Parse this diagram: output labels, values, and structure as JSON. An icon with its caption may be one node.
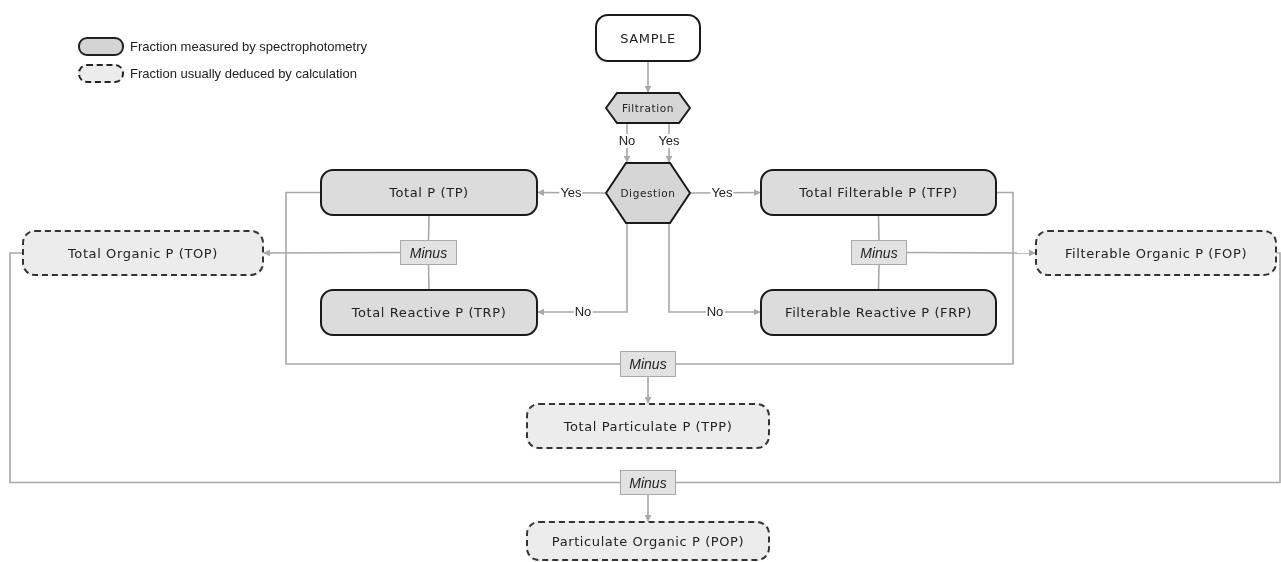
{
  "diagram": {
    "nodes": [
      {
        "text": [
          "SAMPLE"
        ]
      },
      {
        "text": [
          "Filtration"
        ]
      },
      {
        "text": [
          "Digestion"
        ]
      },
      {
        "text": [
          "Total P (TP)"
        ]
      },
      {
        "text": [
          "Total Filterable P (TFP)"
        ]
      },
      {
        "text": [
          "Total Organic P (TOP)"
        ]
      },
      {
        "text": [
          "Minus"
        ]
      },
      {
        "text": [
          "Minus"
        ]
      },
      {
        "text": [
          "Filterable Organic P (FOP)"
        ]
      },
      {
        "text": [
          "Total Reactive P (TRP)"
        ]
      },
      {
        "text": [
          "Filterable Reactive P (FRP)"
        ]
      },
      {
        "text": [
          "Minus"
        ]
      },
      {
        "text": [
          "Total Particulate P (TPP)"
        ]
      },
      {
        "text": [
          "Minus"
        ]
      },
      {
        "text": [
          "Particulate Organic P (POP)"
        ]
      }
    ],
    "edges": [
      {
        "from": 0,
        "to": 1,
        "arrow": "to"
      },
      {
        "from": 1,
        "to": 2,
        "arrow": "to",
        "label": "No"
      },
      {
        "from": 1,
        "to": 2,
        "arrow": "to",
        "label": "Yes"
      },
      {
        "from": 2,
        "to": 3,
        "arrow": "to",
        "label": "Yes"
      },
      {
        "from": 2,
        "to": 4,
        "arrow": "to",
        "label": "Yes"
      },
      {
        "from": 2,
        "to": 9,
        "arrow": "to",
        "label": "No"
      },
      {
        "from": 2,
        "to": 10,
        "arrow": "to",
        "label": "No"
      },
      {
        "from": 3,
        "to": 6,
        "arrow": "none"
      },
      {
        "from": 9,
        "to": 6,
        "arrow": "none"
      },
      {
        "from": 6,
        "to": 5,
        "arrow": "to"
      },
      {
        "from": 4,
        "to": 7,
        "arrow": "none"
      },
      {
        "from": 10,
        "to": 7,
        "arrow": "none"
      },
      {
        "from": 7,
        "to": 8,
        "arrow": "to"
      },
      {
        "from": 3,
        "to": 11,
        "arrow": "none"
      },
      {
        "from": 4,
        "to": 11,
        "arrow": "none"
      },
      {
        "from": 11,
        "to": 12,
        "arrow": "to"
      },
      {
        "from": 5,
        "to": 13,
        "arrow": "none"
      },
      {
        "from": 8,
        "to": 13,
        "arrow": "none"
      },
      {
        "from": 13,
        "to": 14,
        "arrow": "to"
      }
    ],
    "legend": [
      {
        "text": "Fraction measured by spectrophotometry"
      },
      {
        "text": "Fraction usually deduced by calculation"
      }
    ]
  }
}
